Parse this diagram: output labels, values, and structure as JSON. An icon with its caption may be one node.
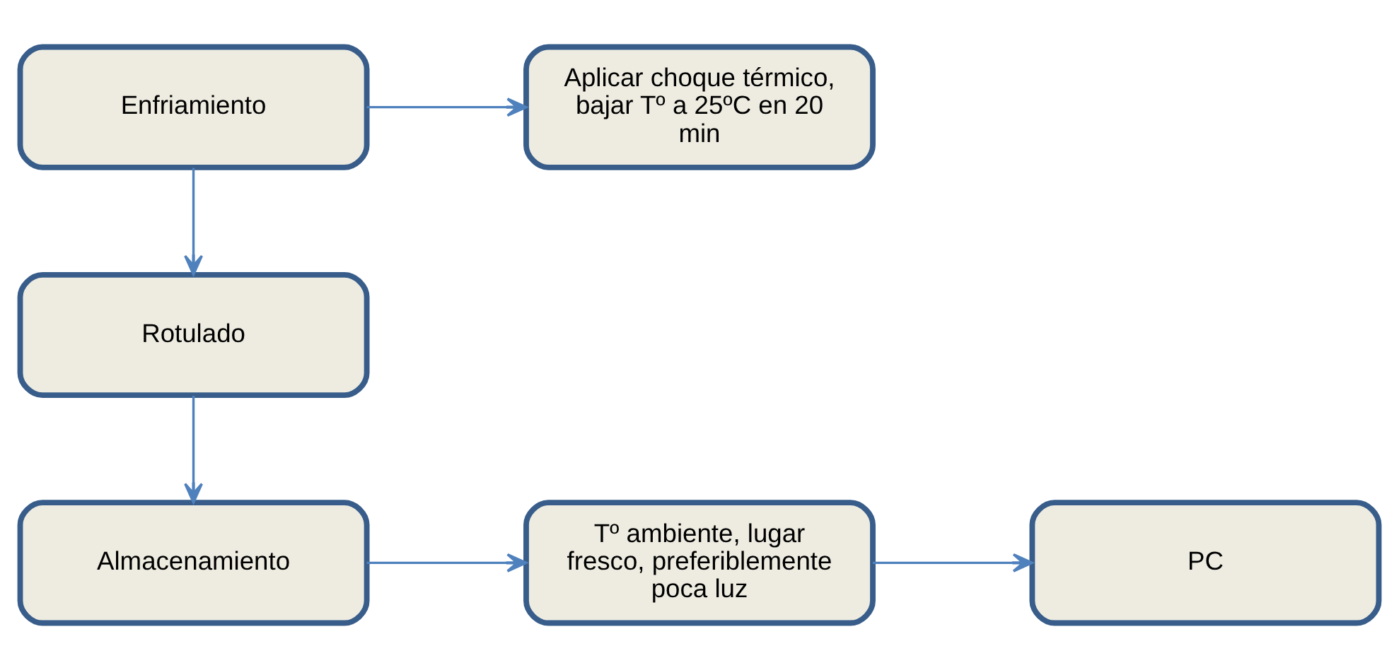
{
  "diagram": {
    "nodes": [
      {
        "text": [
          "Enfriamiento"
        ]
      },
      {
        "text": [
          "Aplicar choque térmico, bajar Tº a 25ºC en 20 min"
        ]
      },
      {
        "text": [
          "Rotulado"
        ]
      },
      {
        "text": [
          "Almacenamiento"
        ]
      },
      {
        "text": [
          "Tº ambiente, lugar fresco, preferiblemente poca luz"
        ]
      },
      {
        "text": [
          "PC"
        ]
      }
    ],
    "edges": [
      {
        "from": 0,
        "to": 1,
        "arrow": "to"
      },
      {
        "from": 0,
        "to": 2,
        "arrow": "to"
      },
      {
        "from": 2,
        "to": 3,
        "arrow": "to"
      },
      {
        "from": 3,
        "to": 4,
        "arrow": "to"
      },
      {
        "from": 4,
        "to": 5,
        "arrow": "to"
      }
    ]
  }
}
